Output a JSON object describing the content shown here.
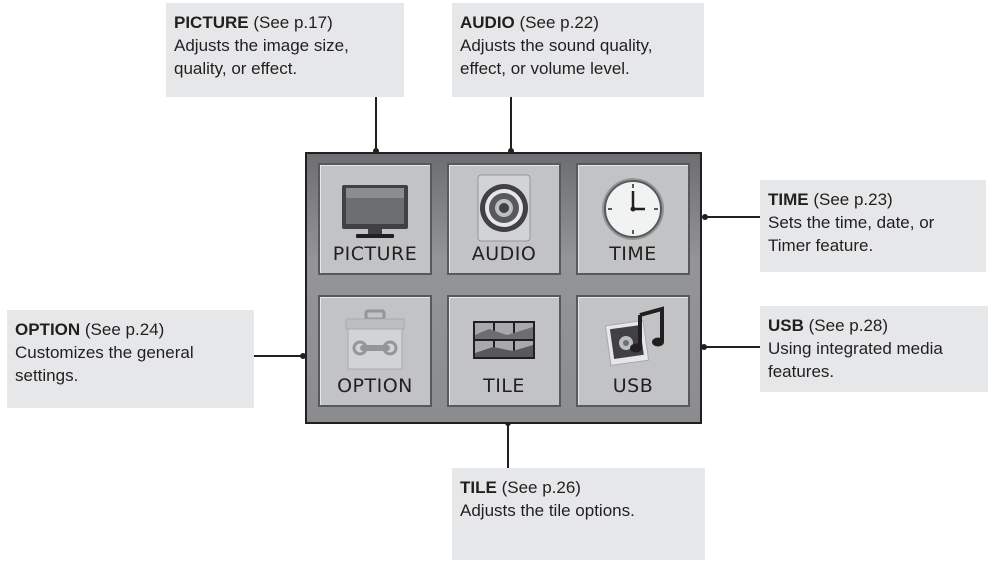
{
  "callouts": {
    "picture": {
      "title": "PICTURE",
      "ref": " (See p.17)",
      "text": "Adjusts the image size,\nquality, or effect."
    },
    "audio": {
      "title": "AUDIO",
      "ref": " (See p.22)",
      "text": "Adjusts the sound quality,\neffect, or volume level."
    },
    "time": {
      "title": "TIME",
      "ref": " (See p.23)",
      "text": "Sets the time, date, or\nTimer feature."
    },
    "option": {
      "title": "OPTION",
      "ref": " (See p.24)",
      "text": "Customizes the general\nsettings."
    },
    "usb": {
      "title": "USB",
      "ref": " (See p.28)",
      "text": "Using integrated media\nfeatures."
    },
    "tile": {
      "title": "TILE",
      "ref": " (See p.26)",
      "text": "Adjusts the tile options."
    }
  },
  "menu": {
    "items": [
      {
        "label": "PICTURE",
        "icon": "monitor-icon"
      },
      {
        "label": "AUDIO",
        "icon": "speaker-icon"
      },
      {
        "label": "TIME",
        "icon": "clock-icon"
      },
      {
        "label": "OPTION",
        "icon": "toolbox-icon"
      },
      {
        "label": "TILE",
        "icon": "tile-grid-icon"
      },
      {
        "label": "USB",
        "icon": "usb-media-icon"
      }
    ]
  }
}
